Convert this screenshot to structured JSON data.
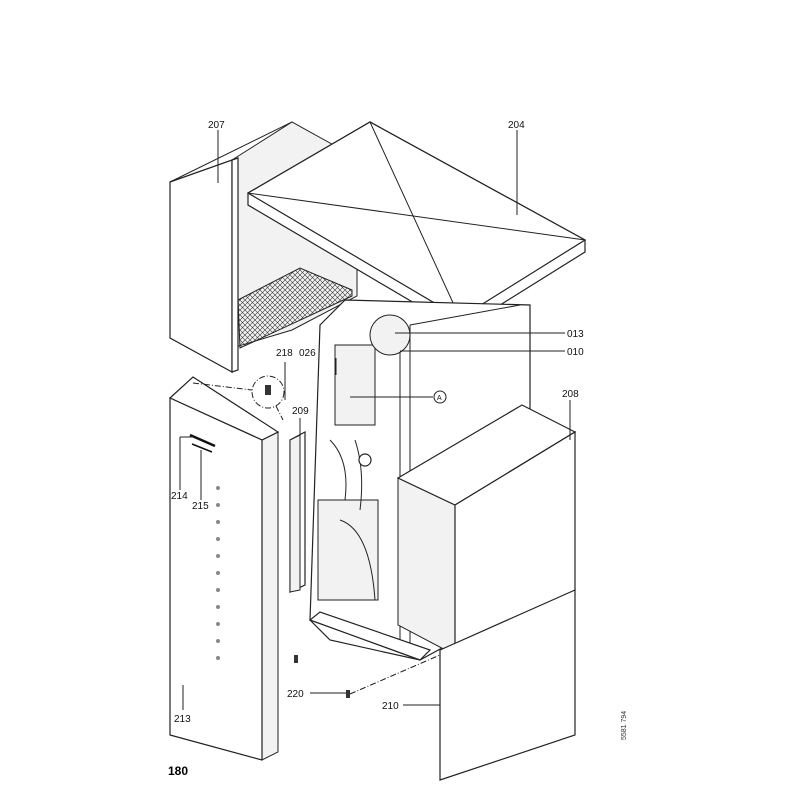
{
  "labels": {
    "p207": "207",
    "p204": "204",
    "p013": "013",
    "p010": "010",
    "p026": "026",
    "p218": "218",
    "p209": "209",
    "pA": "A",
    "p208": "208",
    "p214": "214",
    "p215": "215",
    "p213": "213",
    "p220": "220",
    "p210": "210"
  },
  "page_number": "180",
  "drawing_number": "5581 794"
}
